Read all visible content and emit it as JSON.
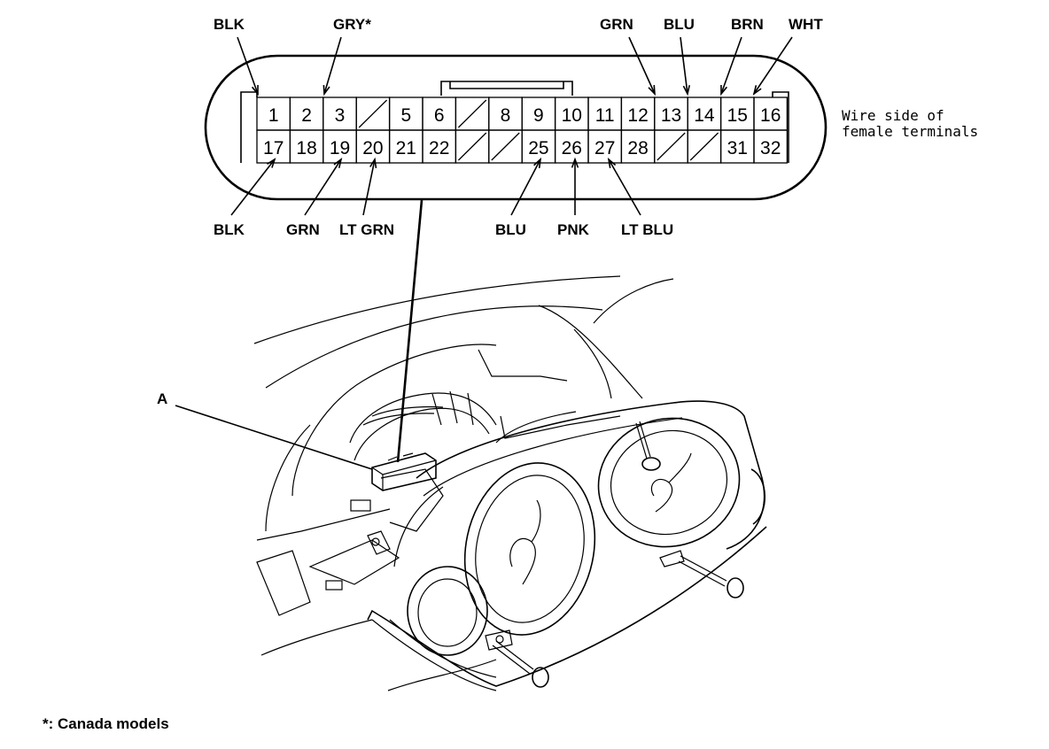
{
  "connector": {
    "note_line1": "Wire side of",
    "note_line2": "female terminals",
    "top_row": [
      "1",
      "2",
      "3",
      "",
      "5",
      "6",
      "",
      "8",
      "9",
      "10",
      "11",
      "12",
      "13",
      "14",
      "15",
      "16"
    ],
    "bottom_row": [
      "17",
      "18",
      "19",
      "20",
      "21",
      "22",
      "",
      "",
      "25",
      "26",
      "27",
      "28",
      "",
      "",
      "31",
      "32"
    ]
  },
  "wires_top": [
    "BLK",
    "GRY*",
    "GRN",
    "BLU",
    "BRN",
    "WHT"
  ],
  "wires_bottom": [
    "BLK",
    "GRN",
    "LT GRN",
    "BLU",
    "PNK",
    "LT BLU"
  ],
  "callout_a": "A",
  "footnote": "*: Canada models"
}
